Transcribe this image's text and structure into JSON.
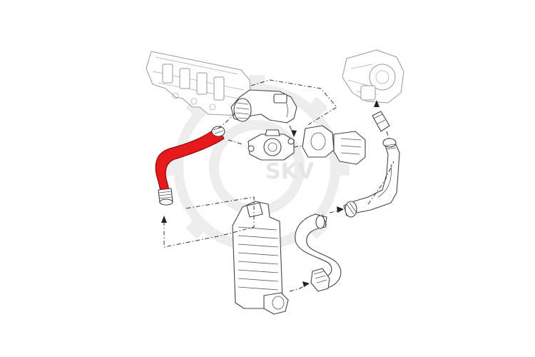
{
  "diagram": {
    "highlight_color": "#e8191b",
    "line_color": "#444444",
    "background_color": "#ffffff"
  },
  "watermark": {
    "text": "SKV",
    "color": "#e6e6e6"
  },
  "parts": [
    {
      "name": "intake-manifold"
    },
    {
      "name": "turbocharger"
    },
    {
      "name": "throttle-elbow"
    },
    {
      "name": "egr-valve"
    },
    {
      "name": "egr-flange-pipe"
    },
    {
      "name": "intercooler-hose-highlighted"
    },
    {
      "name": "intercooler"
    },
    {
      "name": "lower-intercooler-hose"
    },
    {
      "name": "turbo-outlet-pipe"
    },
    {
      "name": "turbo-small-hose"
    }
  ]
}
